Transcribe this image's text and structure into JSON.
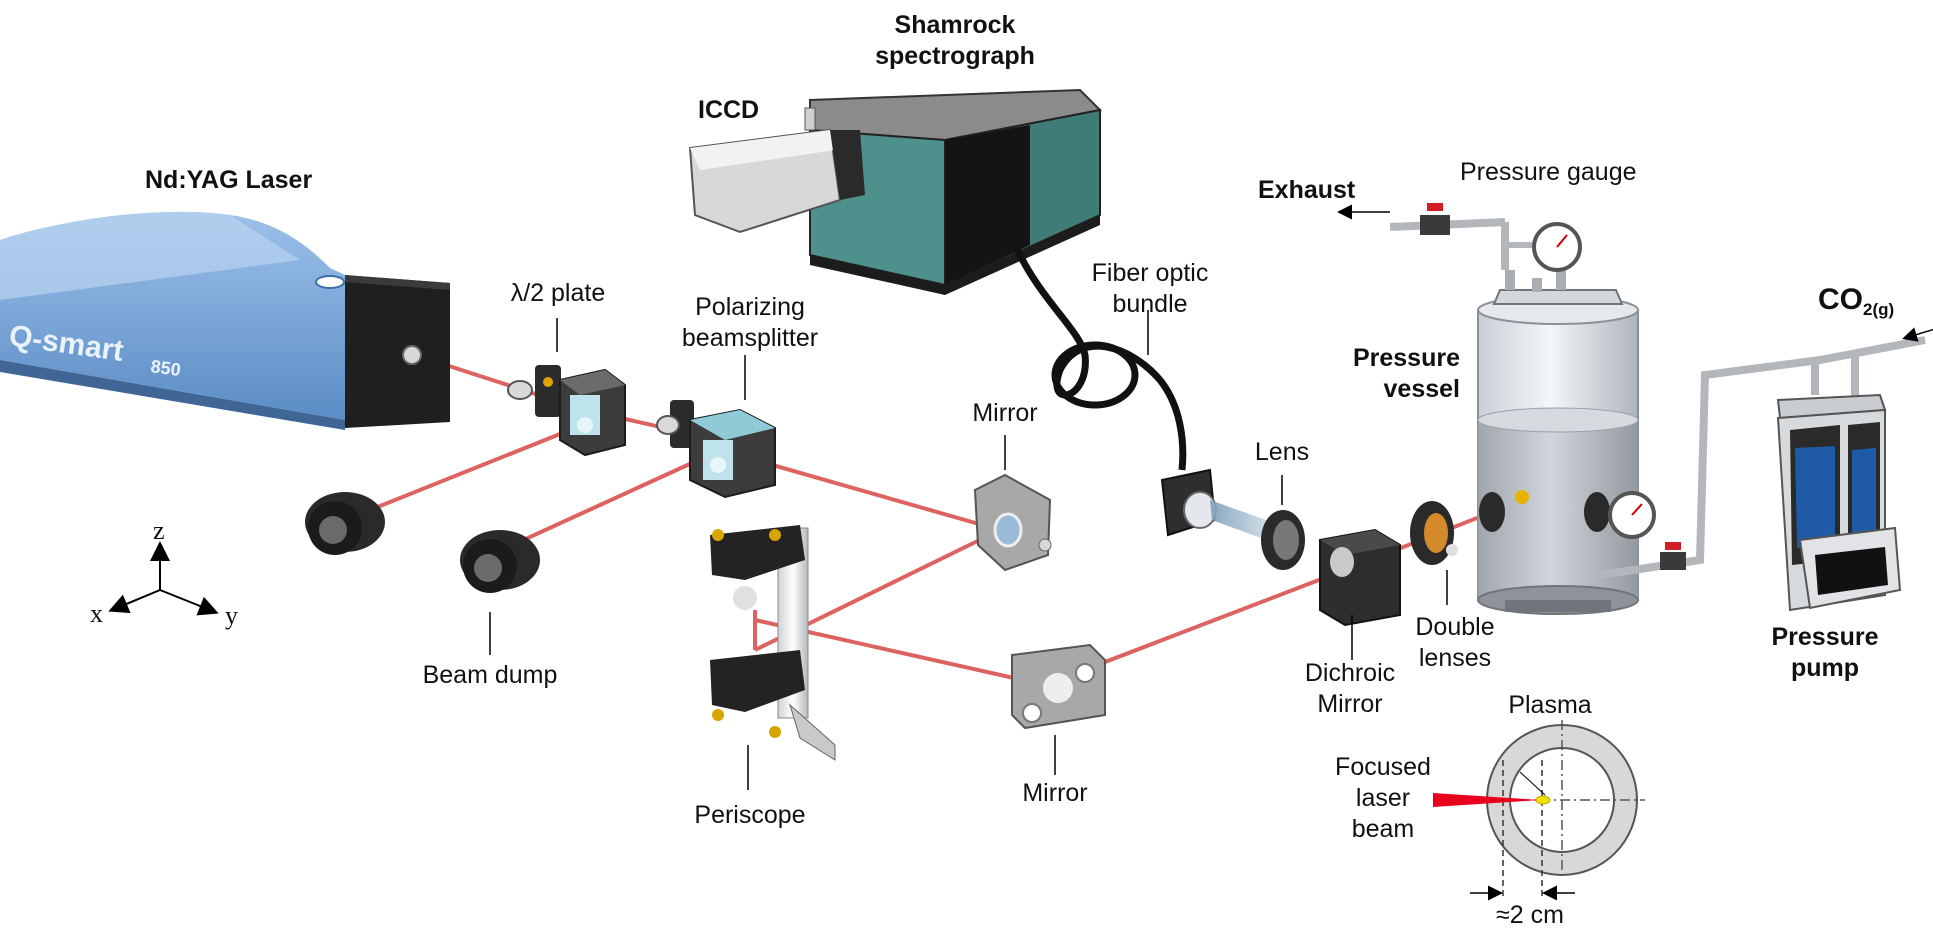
{
  "labels": {
    "laser": "Nd:YAG Laser",
    "laser_brand": "Q-smart",
    "laser_model": "850",
    "spectrograph_line1": "Shamrock",
    "spectrograph_line2": "spectrograph",
    "iccd": "ICCD",
    "half_wave_plate": "λ/2 plate",
    "polarizing_line1": "Polarizing",
    "polarizing_line2": "beamsplitter",
    "fiber_line1": "Fiber optic",
    "fiber_line2": "bundle",
    "mirror_upper": "Mirror",
    "mirror_lower": "Mirror",
    "lens": "Lens",
    "beam_dump": "Beam dump",
    "periscope": "Periscope",
    "dichroic_line1": "Dichroic",
    "dichroic_line2": "Mirror",
    "double_lenses_line1": "Double",
    "double_lenses_line2": "lenses",
    "exhaust": "Exhaust",
    "pressure_gauge": "Pressure gauge",
    "pressure_vessel_line1": "Pressure",
    "pressure_vessel_line2": "vessel",
    "co2_main": "CO",
    "co2_sub": "2(g)",
    "pressure_pump_line1": "Pressure",
    "pressure_pump_line2": "pump",
    "plasma": "Plasma",
    "focused_line1": "Focused",
    "focused_line2": "laser",
    "focused_line3": "beam",
    "scale": "≈2 cm",
    "axis_z": "z",
    "axis_x": "x",
    "axis_y": "y"
  },
  "colors": {
    "laser_beam": "#d9534f",
    "laser_body": "#6f9fd3",
    "spectrograph_body": "#4e918c",
    "vessel_liquid": "#b6bcc2",
    "valve": "#d21f26",
    "pump_panel": "#1f5aa6"
  }
}
